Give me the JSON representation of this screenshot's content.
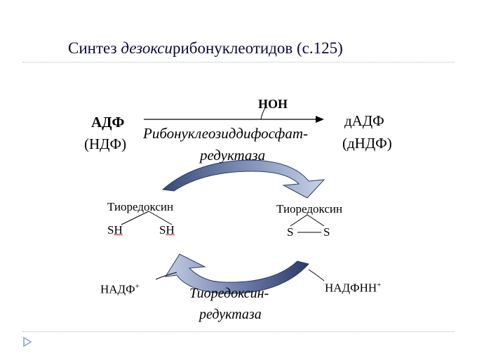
{
  "title": {
    "part1": "Синтез ",
    "part2_italic": "дезокси",
    "part3": "рибонуклеотидов (с.125)"
  },
  "reaction": {
    "substrate_line1": "АДФ",
    "substrate_line2": "(НДФ)",
    "product_line1": "дАДФ",
    "product_line2": "(дНДФ)",
    "over_arrow": "НОН",
    "enzyme_line1": "Рибонуклеозиддифосфат-",
    "enzyme_line2": "редуктаза"
  },
  "cycle": {
    "reduced_label": "Тиоредоксин",
    "reduced_sh1_s": "S",
    "reduced_sh1_h": "H",
    "reduced_sh2_s": "S",
    "reduced_sh2_h": "H",
    "oxidized_label": "Тиоредоксин",
    "oxidized_s1": "S",
    "oxidized_s2": "S",
    "nadp": "НАДФ",
    "nadp_sup": "+",
    "nadph": "НАДФНН",
    "nadph_sup": "+",
    "reductase_line1": "Тиоредоксин-",
    "reductase_line2": "редуктаза"
  },
  "colors": {
    "title": "#0a0a3a",
    "arrow_fill": "#6f7fa8",
    "arrow_dark": "#2b3a66",
    "underline": "#cc0000",
    "nav": "#8aa0c8"
  }
}
